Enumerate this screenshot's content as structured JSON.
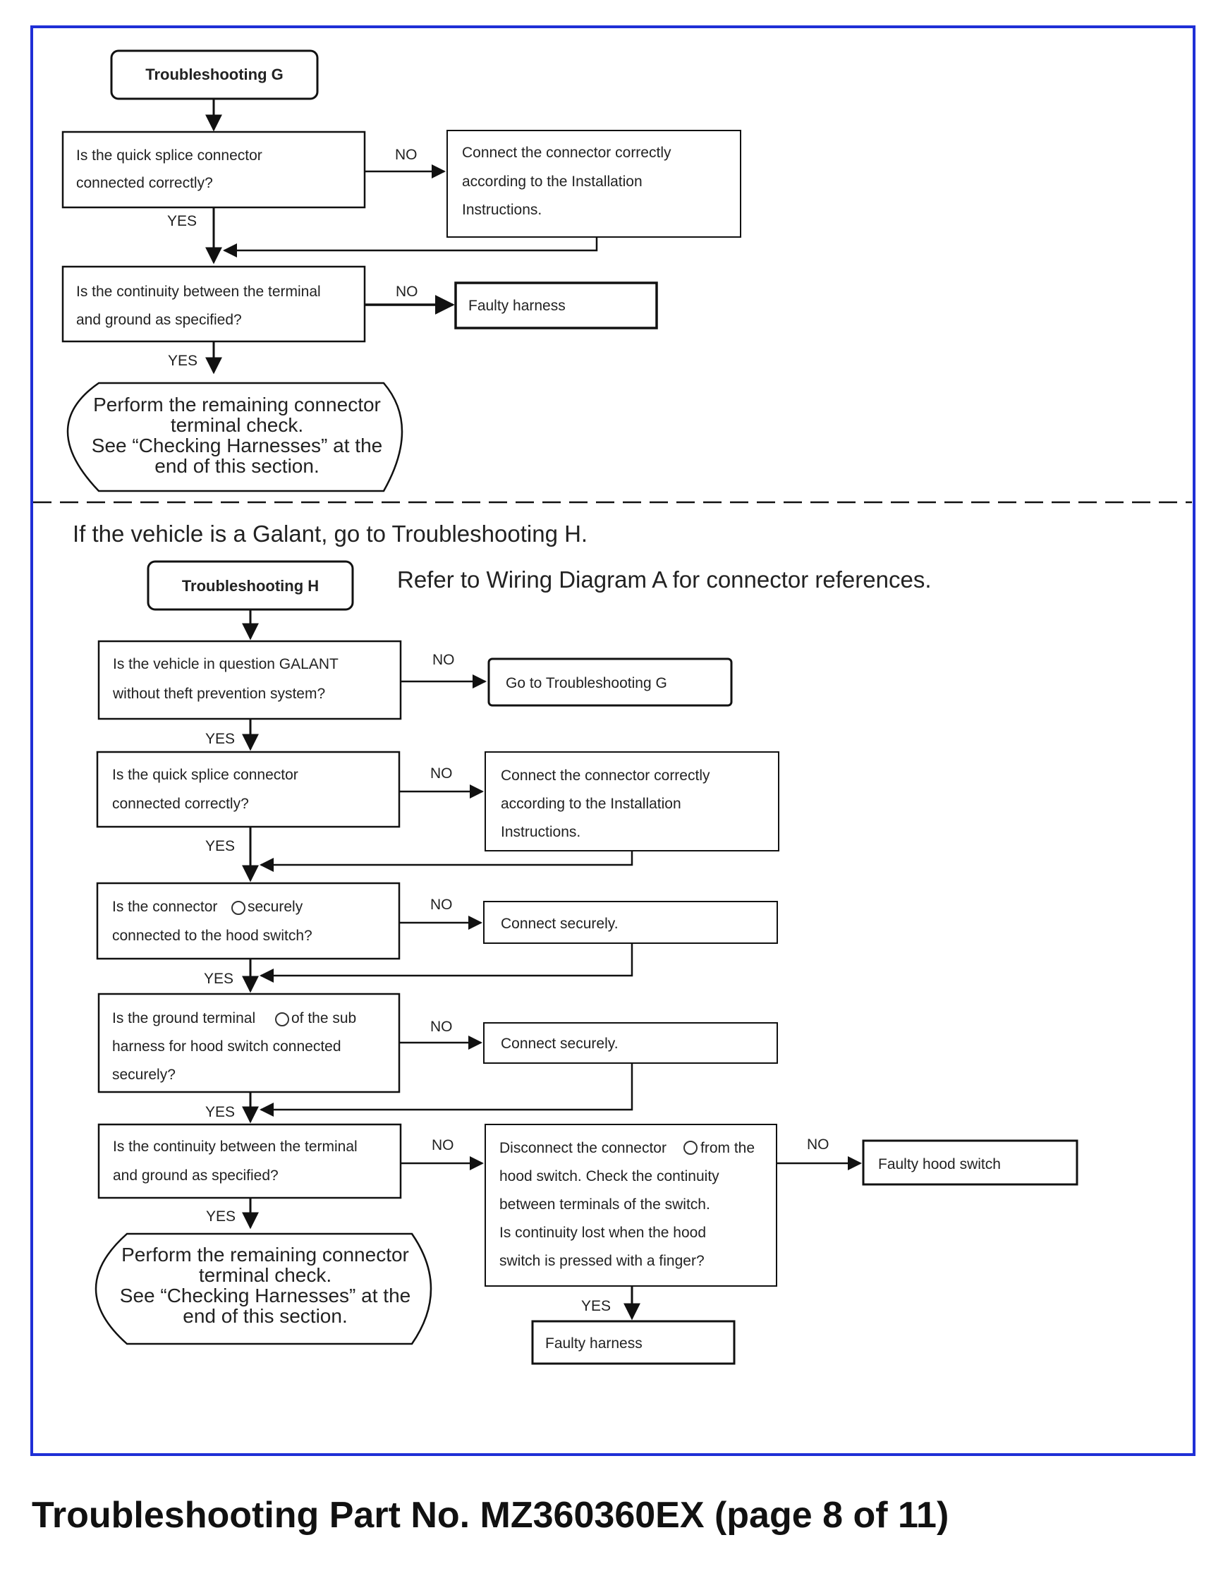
{
  "section_g": {
    "start_label": "Troubleshooting G",
    "q1": {
      "line1": "Is the quick splice connector",
      "line2": "connected correctly?"
    },
    "q1_no_box": {
      "line1": "Connect the connector correctly",
      "line2": "according to the Installation",
      "line3": "Instructions."
    },
    "q2": {
      "line1": "Is the continuity between the terminal",
      "line2": "and ground as specified?"
    },
    "q2_no_box": "Faulty harness",
    "end": {
      "line1": "Perform the remaining connector",
      "line2": "terminal check.",
      "line3": "See “Checking Harnesses” at the",
      "line4": "end of this section."
    }
  },
  "labels": {
    "yes": "YES",
    "no": "NO"
  },
  "galant_note": "If the vehicle is a Galant, go to Troubleshooting H.",
  "wiring_note": "Refer to Wiring Diagram A for connector references.",
  "section_h": {
    "start_label": "Troubleshooting H",
    "q1": {
      "line1": "Is the vehicle in question GALANT",
      "line2": "without theft prevention system?"
    },
    "q1_no_box": "Go to Troubleshooting G",
    "q2": {
      "line1": "Is the quick splice connector",
      "line2": "connected correctly?"
    },
    "q2_no_box": {
      "line1": "Connect the connector correctly",
      "line2": "according to the Installation",
      "line3": "Instructions."
    },
    "q3": {
      "line1": "Is the connector",
      "line2": "securely",
      "line3": "connected to the hood switch?"
    },
    "q3_no_box": "Connect securely.",
    "q4": {
      "line1": "Is the ground terminal",
      "line2": "of the sub",
      "line3": "harness for hood switch connected",
      "line4": "securely?"
    },
    "q4_no_box": "Connect securely.",
    "q5": {
      "line1": "Is the continuity between the terminal",
      "line2": "and ground as specified?"
    },
    "q5_no_box": {
      "line1": "Disconnect the connector",
      "line2": "from the",
      "line3": "hood switch. Check the continuity",
      "line4": "between terminals of the switch.",
      "line5": "Is continuity lost when the hood",
      "line6": "switch is pressed with a finger?"
    },
    "q5_no_no_box": "Faulty hood switch",
    "q5_no_yes_box": "Faulty harness",
    "end": {
      "line1": "Perform the remaining connector",
      "line2": "terminal check.",
      "line3": "See “Checking Harnesses” at the",
      "line4": "end of this section."
    }
  },
  "footer": "Troubleshooting Part No. MZ360360EX (page 8 of 11)",
  "colors": {
    "frame": "#1f2fd6",
    "stroke": "#111111"
  }
}
